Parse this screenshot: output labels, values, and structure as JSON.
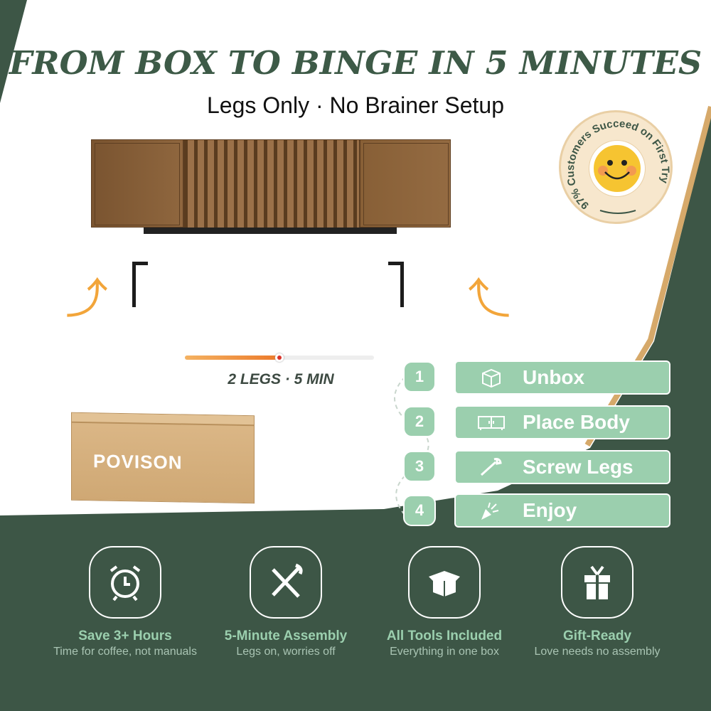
{
  "headline": "FROM BOX TO BINGE IN 5 MINUTES",
  "subtitle": "Legs Only · No Brainer Setup",
  "badge": {
    "text": "97% Customers Succeed on First Try",
    "icon": "smiley-icon"
  },
  "progress": {
    "label": "2 LEGS · 5 MIN",
    "value_percent": 50
  },
  "box_logo": "POVISON",
  "steps": [
    {
      "num": "1",
      "label": "Unbox",
      "icon": "box-icon"
    },
    {
      "num": "2",
      "label": "Place Body",
      "icon": "cabinet-icon"
    },
    {
      "num": "3",
      "label": "Screw Legs",
      "icon": "wrench-icon"
    },
    {
      "num": "4",
      "label": "Enjoy",
      "icon": "party-popper-icon"
    }
  ],
  "features": [
    {
      "title": "Save 3+ Hours",
      "desc": "Time for coffee, not manuals",
      "icon": "alarm-clock-icon"
    },
    {
      "title": "5-Minute Assembly",
      "desc": "Legs on, worries off",
      "icon": "tools-icon"
    },
    {
      "title": "All Tools Included",
      "desc": "Everything in one box",
      "icon": "open-box-icon"
    },
    {
      "title": "Gift-Ready",
      "desc": "Love needs no assembly",
      "icon": "gift-icon"
    }
  ],
  "colors": {
    "green": "#3d5646",
    "mint": "#9bcfae",
    "tan": "#d6a96a",
    "orange": "#f2a53a"
  }
}
